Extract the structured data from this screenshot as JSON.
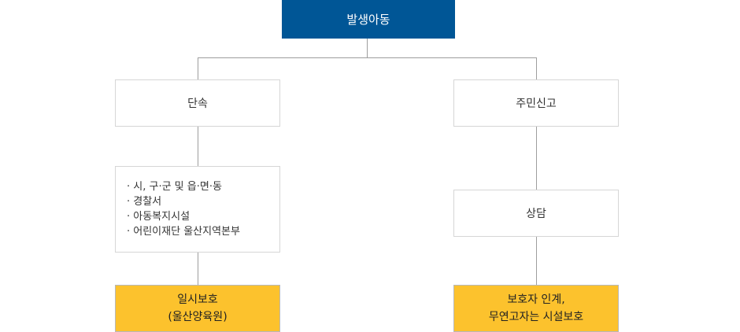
{
  "root": {
    "label": "발생아동"
  },
  "left": {
    "step1": "단속",
    "agencies": [
      "시, 구·군 및 읍·면·동",
      "경찰서",
      "아동복지시설",
      "어린이재단 울산지역본부"
    ],
    "result": {
      "line1": "일시보호",
      "line2": "(울산양육원)"
    }
  },
  "right": {
    "step1": "주민신고",
    "step2": "상담",
    "result": {
      "line1": "보호자 인계,",
      "line2": "무연고자는 시설보호"
    }
  }
}
